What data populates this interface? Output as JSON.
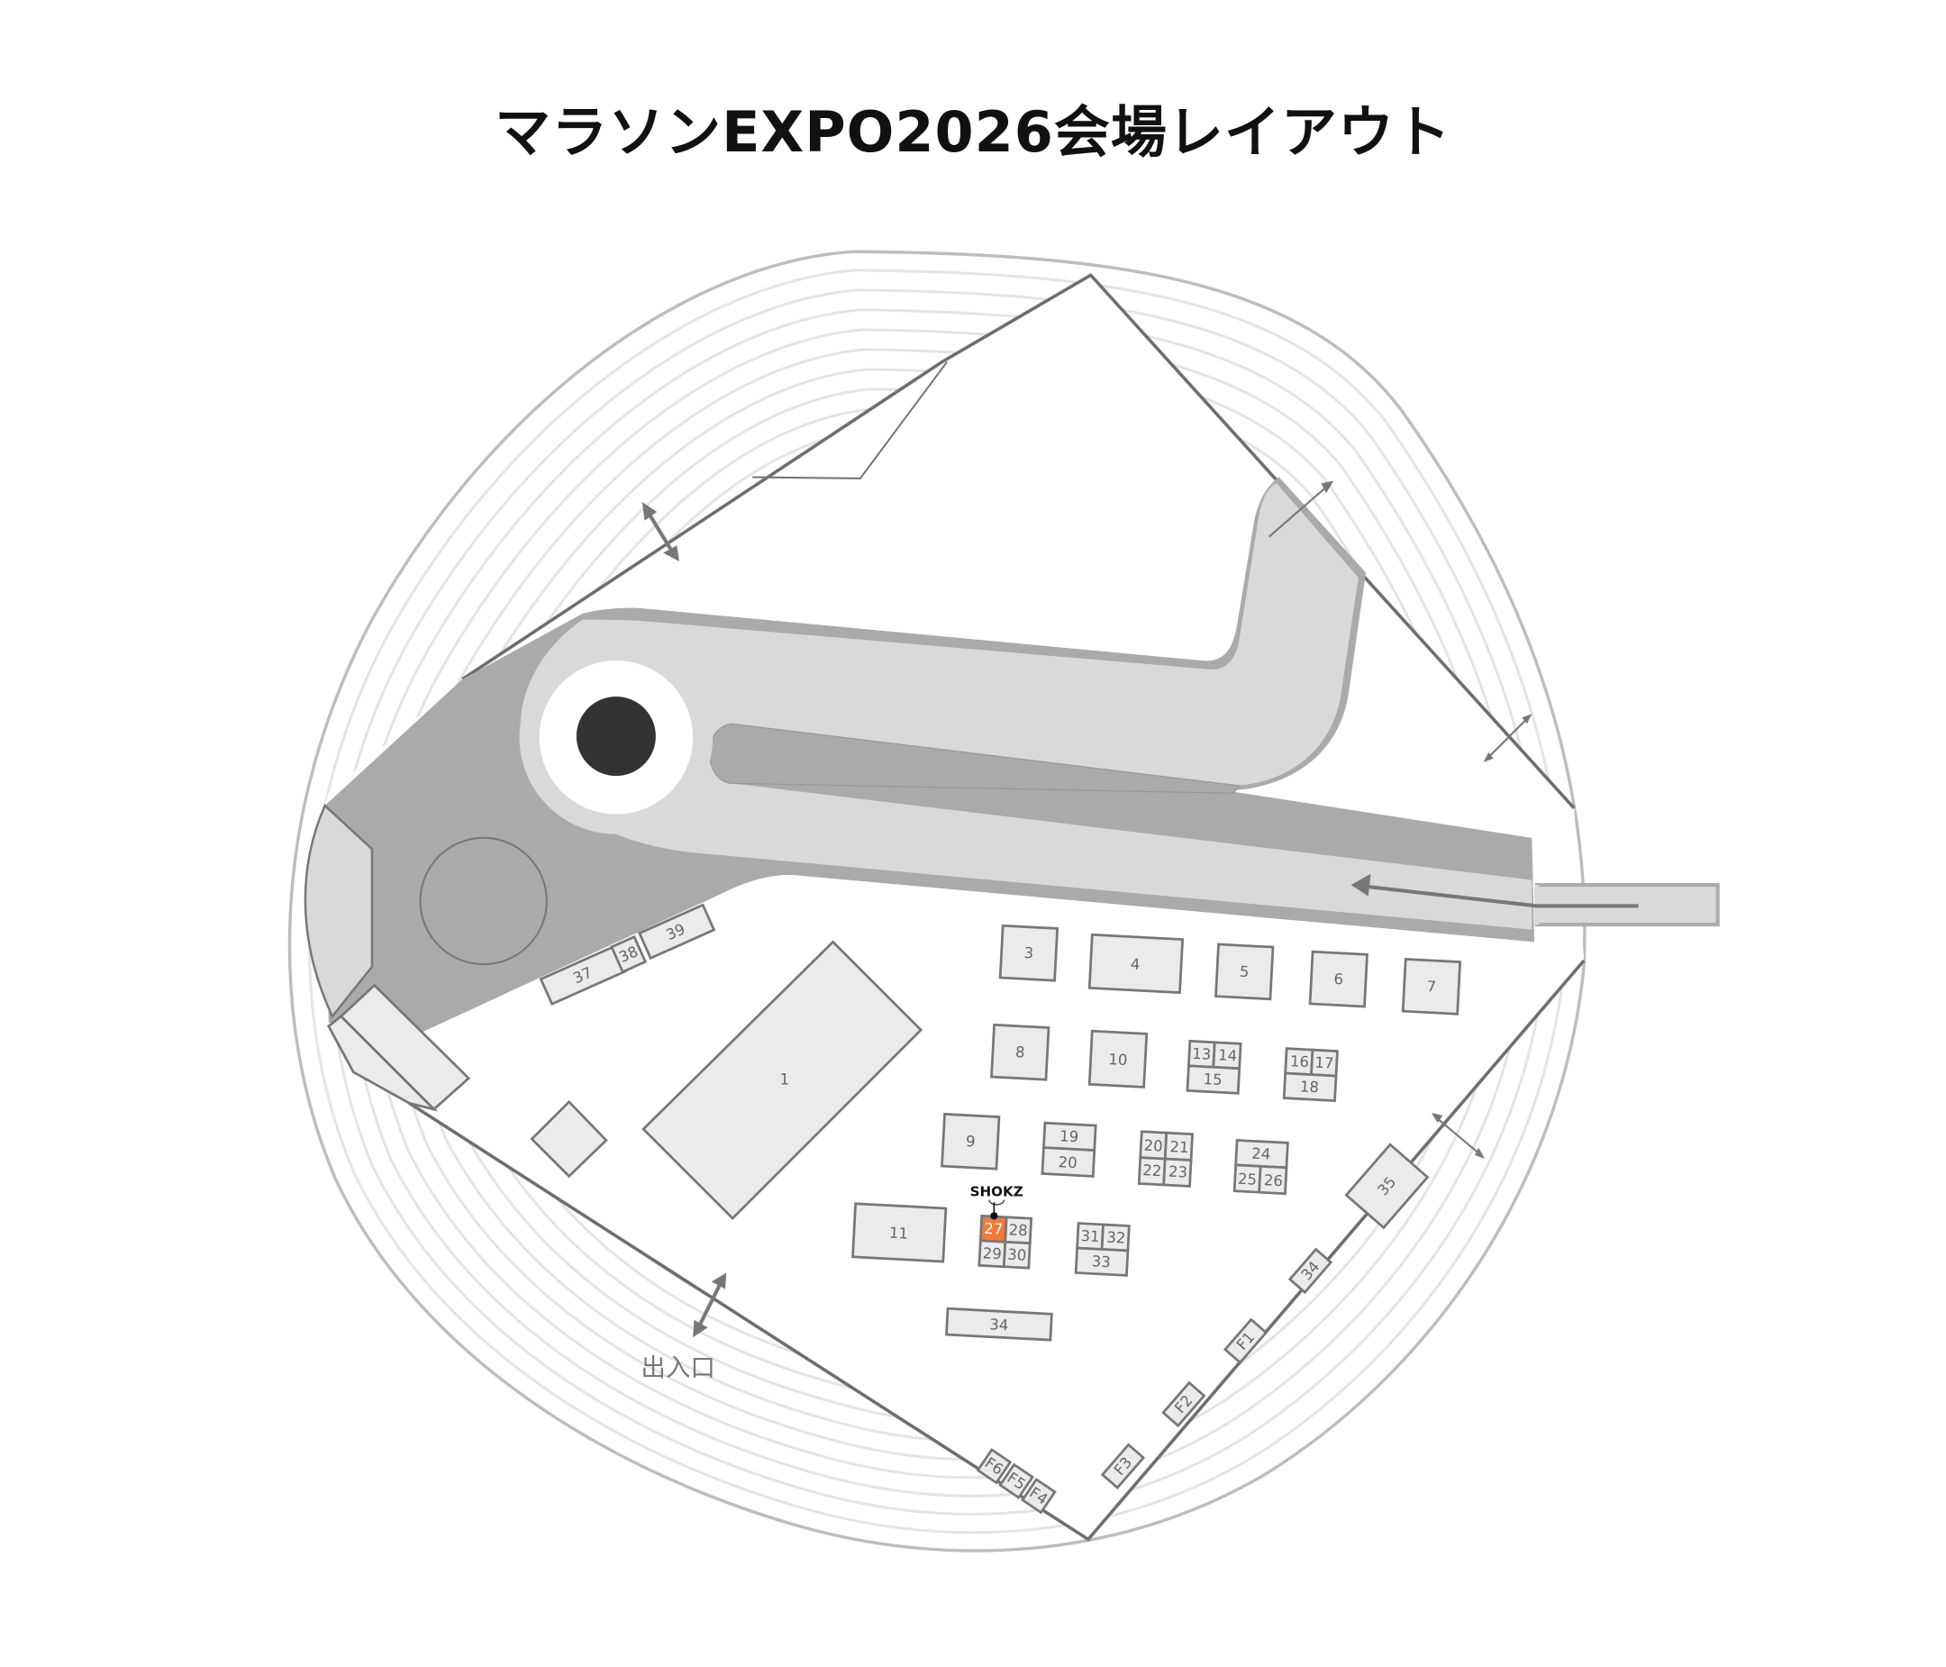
{
  "title": "マラソンEXPO2026会場レイアウト",
  "entrance_label": "出入口",
  "highlight": {
    "booth": "27",
    "brand": "SHOKZ",
    "color": "#f07a3a"
  },
  "colors": {
    "booth_fill": "#ebebeb",
    "booth_stroke": "#777777",
    "track_lane": "#e4e4e4",
    "course_dark": "#aaaaaa",
    "course_light": "#d9d9d9",
    "center_dot": "#333333"
  },
  "booths": {
    "b1": "1",
    "b3": "3",
    "b4": "4",
    "b5": "5",
    "b6": "6",
    "b7": "7",
    "b8": "8",
    "b9": "9",
    "b10": "10",
    "b11": "11",
    "b13": "13",
    "b14": "14",
    "b15": "15",
    "b16": "16",
    "b17": "17",
    "b18": "18",
    "b19": "19",
    "b20a": "20",
    "b20b": "20",
    "b21": "21",
    "b22": "22",
    "b23": "23",
    "b24": "24",
    "b25": "25",
    "b26": "26",
    "b27": "27",
    "b28": "28",
    "b29": "29",
    "b30": "30",
    "b31": "31",
    "b32": "32",
    "b33": "33",
    "b34a": "34",
    "b34b": "34",
    "b35": "35",
    "b37": "37",
    "b38": "38",
    "b39": "39",
    "f1": "F1",
    "f2": "F2",
    "f3": "F3",
    "f4": "F4",
    "f5": "F5",
    "f6": "F6"
  }
}
